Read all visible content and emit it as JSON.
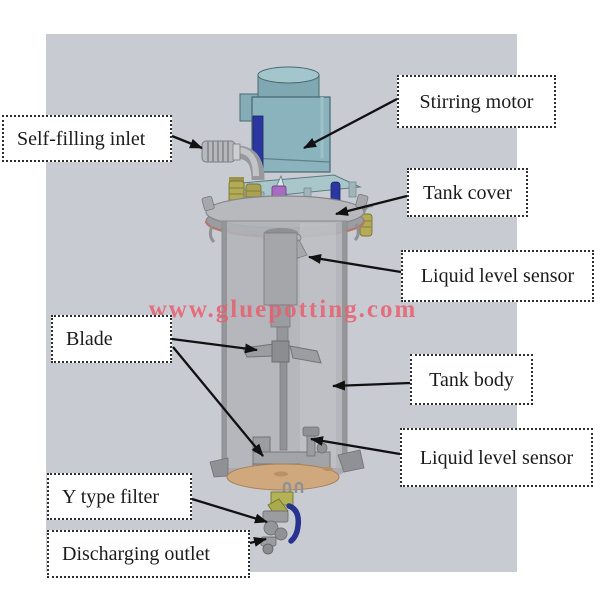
{
  "diagram": {
    "subject": "stirring glue tank labeled diagram",
    "watermark": {
      "text": "www.gluepotting.com",
      "color": "#e75f6e"
    },
    "colors": {
      "panel_background": "#c9cbd3",
      "page_background": "#ffffff",
      "motor_teal": "#8ab3bd",
      "tank_gray": "#b2b4b9",
      "bottom_plate_tan": "#d0a87e",
      "valve_handle_blue": "#27338f",
      "fitting_olive": "#b3ab58",
      "fitting_purple": "#a76cc2",
      "label_text": "#1b1b1b"
    },
    "labels": {
      "self_filling_inlet": "Self-filling inlet",
      "stirring_motor": "Stirring motor",
      "tank_cover": "Tank cover",
      "liquid_level_sensor_top": "Liquid level sensor",
      "blade": "Blade",
      "tank_body": "Tank body",
      "liquid_level_sensor_bottom": "Liquid level sensor",
      "y_type_filter": "Y type filter",
      "discharging_outlet": "Discharging outlet"
    }
  }
}
